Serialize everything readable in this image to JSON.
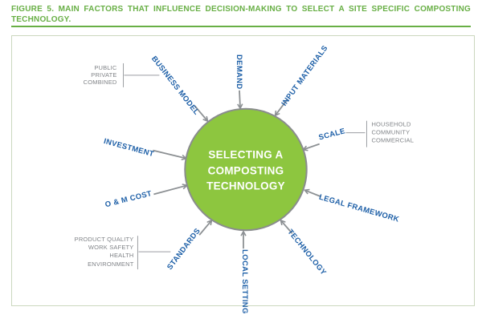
{
  "figure": {
    "title_line1": "FIGURE 5. MAIN FACTORS THAT INFLUENCE DECISION-MAKING TO SELECT A SITE SPECIFIC COMPOSTING",
    "title_line2": "TECHNOLOGY."
  },
  "center": {
    "line1": "SELECTING A",
    "line2": "COMPOSTING",
    "line3": "TECHNOLOGY"
  },
  "factors": {
    "business_model": "BUSINESS MODEL",
    "demand": "DEMAND",
    "input_materials": "INPUT MATERIALS",
    "scale": "SCALE",
    "investment": "INVESTMENT",
    "legal_framework": "LEGAL FRAMEWORK",
    "om_cost": "O & M COST",
    "technology": "TECHNOLOGY",
    "standards": "STANDARDS",
    "local_setting": "LOCAL SETTING"
  },
  "sublists": {
    "business_model": [
      "PUBLIC",
      "PRIVATE",
      "COMBINED"
    ],
    "scale": [
      "HOUSEHOLD",
      "COMMUNITY",
      "COMMERCIAL"
    ],
    "standards": [
      "PRODUCT QUALITY",
      "WORK SAFETY",
      "HEALTH",
      "ENVIRONMENT"
    ]
  },
  "colors": {
    "title_green": "#68AF45",
    "circle_fill": "#8DC63F",
    "circle_border": "#8A8C8E",
    "label_blue": "#1D5FA7",
    "sublabel_gray": "#818488",
    "arrow_gray": "#8C9093",
    "box_border": "#CBD7BE"
  }
}
